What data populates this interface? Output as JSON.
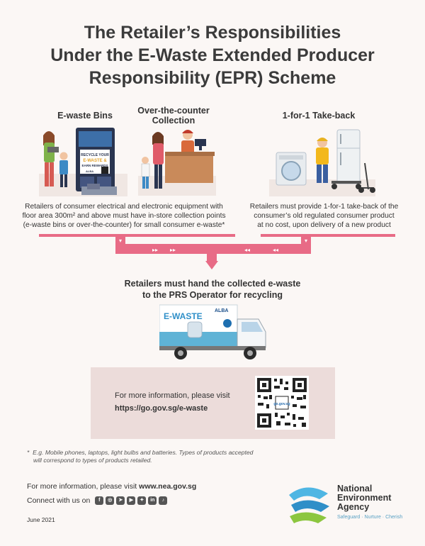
{
  "title": {
    "line1": "The Retailer’s Responsibilities",
    "line2": "Under the E-Waste Extended Producer",
    "line3": "Responsibility (EPR) Scheme"
  },
  "columns": {
    "ewaste_bins": "E-waste Bins",
    "otc_line1": "Over-the-counter",
    "otc_line2": "Collection",
    "takeback": "1-for-1 Take-back"
  },
  "bin_poster": {
    "line1": "RECYCLE YOUR",
    "line2": "E-WASTE &",
    "line3": "EARN REWARDS",
    "brand": "ALBA"
  },
  "descriptions": {
    "left_line1": "Retailers of consumer electrical and electronic equipment with",
    "left_line2": "floor area 300m² and above must have in-store collection points",
    "left_line3": "(e-waste bins or over-the-counter) for small consumer e-waste*",
    "right_line1": "Retailers must provide 1-for-1 take-back of the",
    "right_line2": "consumer’s old regulated consumer product",
    "right_line3": "at no cost, upon delivery of a new product"
  },
  "center": {
    "line1": "Retailers must hand the collected e-waste",
    "line2": "to the PRS Operator for recycling"
  },
  "truck": {
    "brand": "ALBA",
    "headline": "E-WASTE"
  },
  "info": {
    "line1": "For more information, please visit",
    "line2": "https://go.gov.sg/e-waste",
    "qr_label": "go.gov.sg"
  },
  "footnote": {
    "marker": "*",
    "line1": "E.g. Mobile phones, laptops, light bulbs and batteries. Types of products accepted",
    "line2": "will correspond to types of products retailed."
  },
  "footer": {
    "more_info": "For more information, please visit",
    "nea_url": "www.nea.gov.sg",
    "connect": "Connect with us on",
    "social_icons": [
      "facebook-icon",
      "instagram-icon",
      "telegram-icon",
      "youtube-icon",
      "twitter-icon",
      "linkedin-icon",
      "tiktok-icon"
    ],
    "date": "June 2021"
  },
  "agency": {
    "line1": "National",
    "line2": "Environment",
    "line3": "Agency",
    "tagline": "Safeguard · Nurture · Cherish"
  },
  "colors": {
    "flow_pink": "#e86b86",
    "info_box": "#ecdcda",
    "background": "#fbf7f5"
  }
}
